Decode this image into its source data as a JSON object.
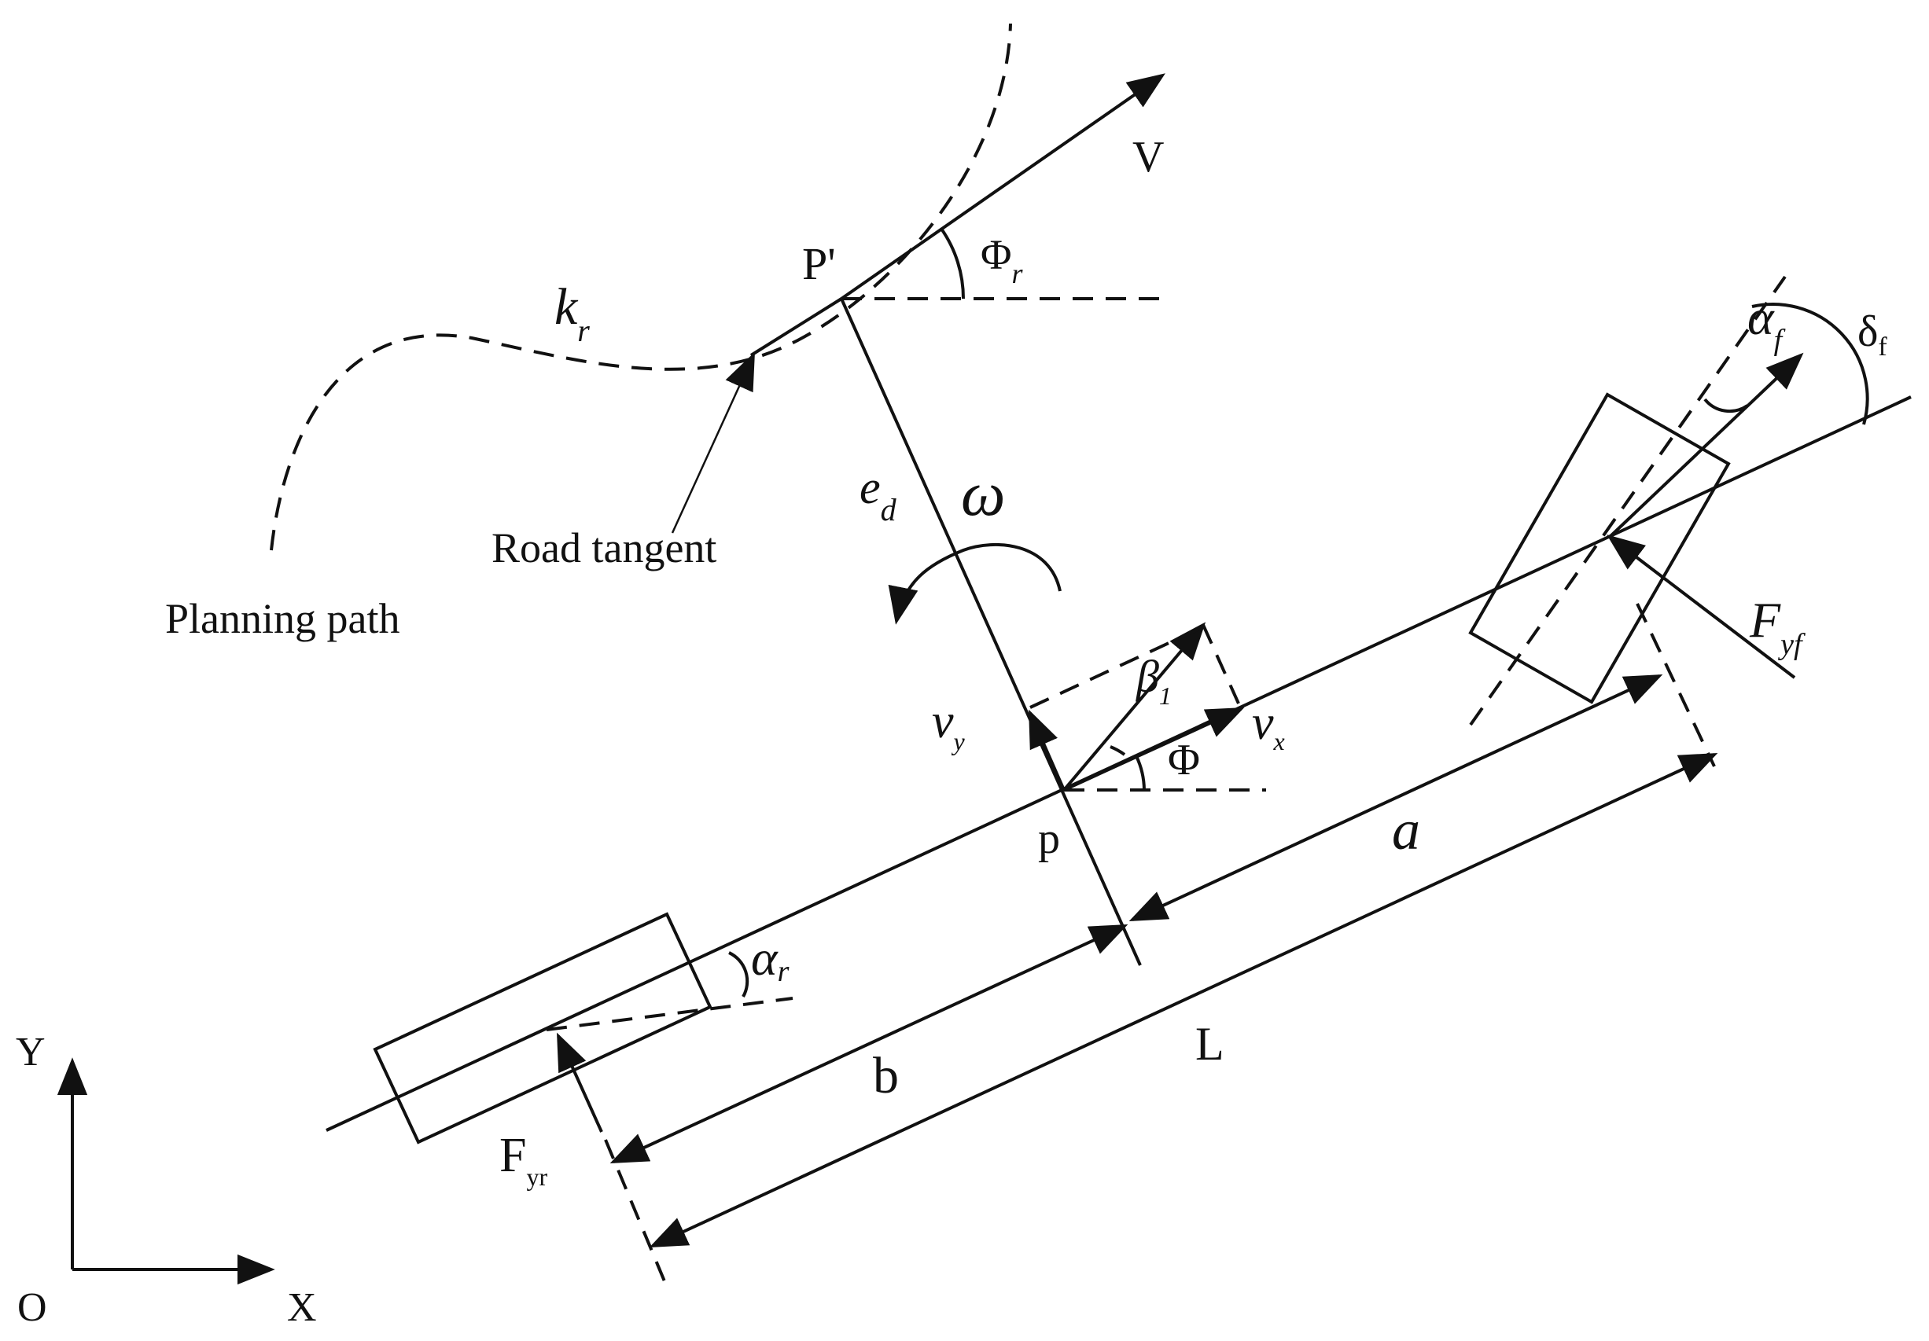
{
  "labels": {
    "v": "V",
    "p_prime": "P'",
    "phi_r": "Φ",
    "phi_r_sub": "r",
    "k_r": "k",
    "k_r_sub": "r",
    "road_tangent": "Road tangent",
    "planning_path": "Planning path",
    "e_d": "e",
    "e_d_sub": "d",
    "omega": "ω",
    "v_y": "ν",
    "v_y_sub": "y",
    "beta": "β",
    "beta_sub": "1",
    "v_x": "ν",
    "v_x_sub": "x",
    "phi": "Φ",
    "p": "p",
    "a": "a",
    "alpha_f": "α",
    "alpha_f_sub": "f",
    "delta_f": "δ",
    "delta_f_sub": "f",
    "f_yf": "F",
    "f_yf_sub": "yf",
    "alpha_r": "α",
    "alpha_r_sub": "r",
    "b": "b",
    "l": "L",
    "f_yr": "F",
    "f_yr_sub": "yr",
    "axis_y": "Y",
    "axis_o": "O",
    "axis_x": "X"
  }
}
